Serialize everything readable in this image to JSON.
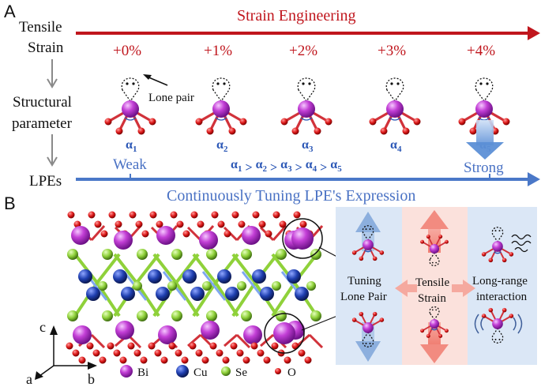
{
  "panel_a": {
    "letter": "A",
    "row_labels": {
      "tensile_1": "Tensile",
      "tensile_2": "Strain",
      "struct_1": "Structural",
      "struct_2": "parameter",
      "lpes": "LPEs"
    },
    "strain_title": "Strain Engineering",
    "strain_steps": [
      "+0%",
      "+1%",
      "+2%",
      "+3%",
      "+4%"
    ],
    "lone_pair_label": "Lone pair",
    "alphas": [
      "α",
      "α",
      "α",
      "α",
      "α"
    ],
    "alpha_subs": [
      "1",
      "2",
      "3",
      "4",
      "5"
    ],
    "relation": {
      "symbol": "α",
      "subs": [
        "1",
        "2",
        "3",
        "4",
        "5"
      ],
      "operator": ">"
    },
    "weak": "Weak",
    "strong": "Strong"
  },
  "panel_b": {
    "letter": "B",
    "title": "Continuously Tuning LPE's Expression",
    "axes": {
      "c": "c",
      "a": "a",
      "b": "b"
    },
    "legend": [
      "Bi",
      "Cu",
      "Se",
      "O"
    ],
    "inset": {
      "tuning_1": "Tuning",
      "tuning_2": "Lone Pair",
      "tensile_1": "Tensile",
      "tensile_2": "Strain",
      "long_1": "Long-range",
      "long_2": "interaction"
    }
  },
  "colors": {
    "red_arrow": "#c0161d",
    "blue_arrow": "#4a78c8",
    "bi": "#c33fd6",
    "cu": "#1f3fb0",
    "se": "#8fd13a",
    "o": "#dd1a1a"
  }
}
